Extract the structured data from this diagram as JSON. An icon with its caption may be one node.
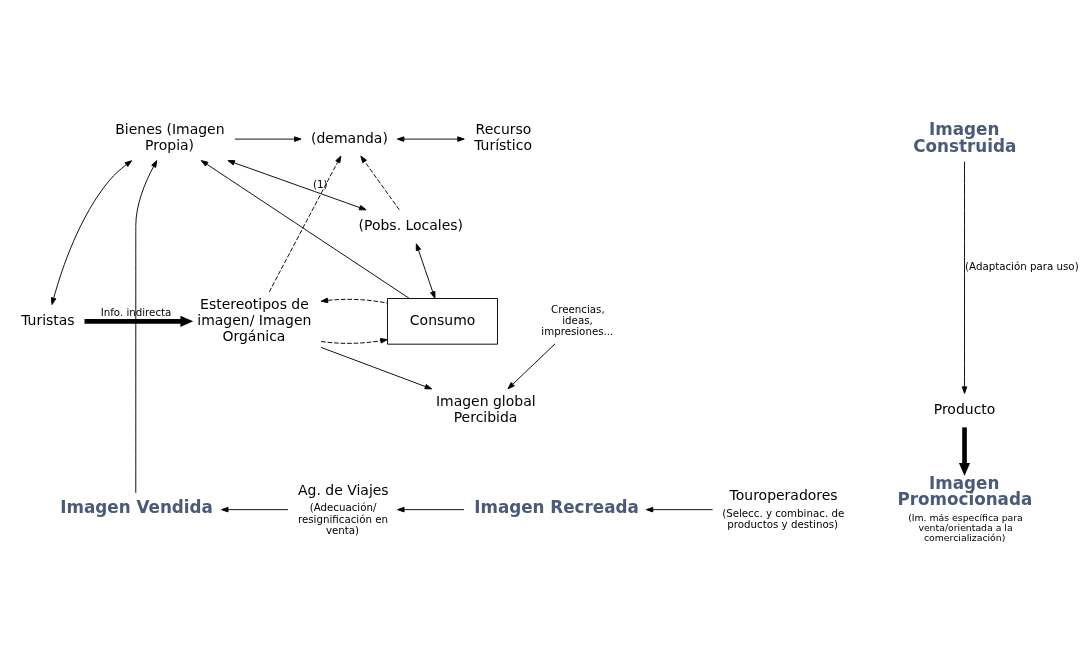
{
  "diagram": {
    "nodes": [
      {
        "text": [
          "Bienes (Imagen Propia)"
        ]
      },
      {
        "text": [
          "(demanda)"
        ]
      },
      {
        "text": [
          "Recurso Turístico"
        ]
      },
      {
        "text": [
          "Imagen Construida"
        ]
      },
      {
        "text": [
          "(Pobs. Locales)"
        ]
      },
      {
        "text": [
          "Consumo"
        ]
      },
      {
        "text": [
          "Turistas"
        ]
      },
      {
        "text": [
          "Estereotipos de imagen/ Imagen Orgánica"
        ]
      },
      {
        "text": [
          "Creencias, ideas, impresiones..."
        ]
      },
      {
        "text": [
          "Imagen global Percibida"
        ]
      },
      {
        "text": [
          "Producto"
        ]
      },
      {
        "text": [
          "Imagen Promocionada"
        ],
        "beside": [
          "(Im. más específica para venta/orientada a la comercialización)"
        ]
      },
      {
        "text": [
          "Imagen Vendida"
        ]
      },
      {
        "text": [
          "Ag. de Viajes",
          "(Adecuación/ resignificación en venta)"
        ]
      },
      {
        "text": [
          "Imagen Recreada"
        ]
      },
      {
        "text": [
          "Touroperadores",
          "(Selecc. y combinac. de productos y destinos)"
        ]
      }
    ],
    "edges": [
      {
        "from": 0,
        "to": 1,
        "arrow": "to"
      },
      {
        "from": 1,
        "to": 2,
        "arrow": "both"
      },
      {
        "from": 0,
        "to": 4,
        "arrow": "both",
        "label": "(1)"
      },
      {
        "from": 4,
        "to": 1,
        "arrow": "to",
        "style": "dashed"
      },
      {
        "from": 7,
        "to": 1,
        "arrow": "to",
        "style": "dashed"
      },
      {
        "from": 4,
        "to": 5,
        "arrow": "both"
      },
      {
        "from": 5,
        "to": 0,
        "arrow": "to"
      },
      {
        "from": 0,
        "to": 6,
        "arrow": "both"
      },
      {
        "from": 6,
        "to": 7,
        "arrow": "to",
        "style": "thick",
        "label": "Info. indirecta"
      },
      {
        "from": 7,
        "to": 5,
        "arrow": "to",
        "style": "dashed"
      },
      {
        "from": 5,
        "to": 7,
        "arrow": "to",
        "style": "dashed"
      },
      {
        "from": 7,
        "to": 9,
        "arrow": "to"
      },
      {
        "from": 8,
        "to": 9,
        "arrow": "to"
      },
      {
        "from": 3,
        "to": 10,
        "arrow": "to",
        "label": "(Adaptación para uso)"
      },
      {
        "from": 10,
        "to": 11,
        "arrow": "to",
        "style": "thick"
      },
      {
        "from": 15,
        "to": 14,
        "arrow": "to"
      },
      {
        "from": 14,
        "to": 13,
        "arrow": "to"
      },
      {
        "from": 13,
        "to": 12,
        "arrow": "to"
      },
      {
        "from": 12,
        "to": 0,
        "arrow": "to"
      }
    ]
  }
}
